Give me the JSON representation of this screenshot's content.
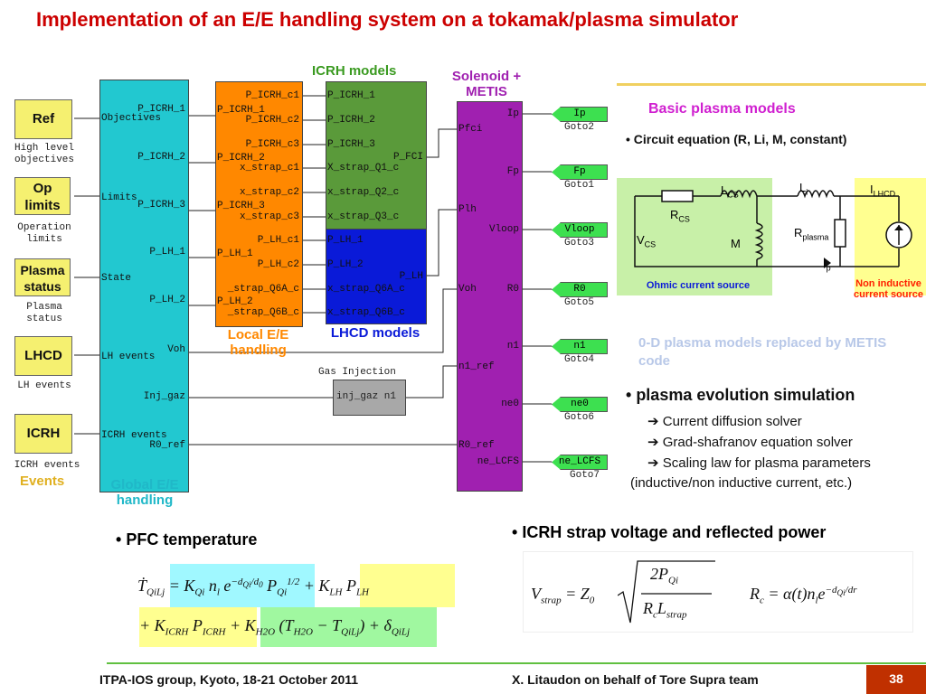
{
  "title": "Implementation of an E/E handling system on a tokamak/plasma simulator",
  "inputs": [
    {
      "label": "Ref",
      "caption1": "High level",
      "caption2": "objectives"
    },
    {
      "label": "Op limits",
      "caption1": "Operation",
      "caption2": "limits"
    },
    {
      "label": "Plasma status",
      "caption1": "Plasma",
      "caption2": "status"
    },
    {
      "label": "LHCD",
      "caption1": "LH events",
      "caption2": ""
    },
    {
      "label": "ICRH",
      "caption1": "ICRH events",
      "caption2": ""
    }
  ],
  "events_label": "Events",
  "global_block": {
    "label": "Global E/E handling",
    "in_ports": [
      "Objectives",
      "Limits",
      "State",
      "LH events",
      "ICRH events"
    ],
    "out_ports": [
      "P_ICRH_1",
      "P_ICRH_2",
      "P_ICRH_3",
      "P_LH_1",
      "P_LH_2",
      "Voh",
      "Inj_gaz",
      "R0_ref"
    ]
  },
  "local_block": {
    "label": "Local E/E handling",
    "in_ports": [
      "P_ICRH_1",
      "P_ICRH_2",
      "P_ICRH_3",
      "P_LH_1",
      "P_LH_2"
    ],
    "out_ports": [
      "P_ICRH_c1",
      "P_ICRH_c2",
      "P_ICRH_c3",
      "x_strap_c1",
      "x_strap_c2",
      "x_strap_c3",
      "P_LH_c1",
      "P_LH_c2",
      "_strap_Q6A_c",
      "_strap_Q6B_c"
    ]
  },
  "icrh_block": {
    "label": "ICRH models",
    "in_ports": [
      "P_ICRH_1",
      "P_ICRH_2",
      "P_ICRH_3",
      "X_strap_Q1_c",
      "x_strap_Q2_c",
      "x_strap_Q3_c"
    ],
    "out_port": "P_FCI"
  },
  "lhcd_block": {
    "label": "LHCD models",
    "in_ports": [
      "P_LH_1",
      "P_LH_2",
      "x_strap_Q6A_c",
      "x_strap_Q6B_c"
    ],
    "out_port": "P_LH"
  },
  "gas_block": {
    "title": "Gas Injection",
    "port": "inj_gaz n1"
  },
  "metis_block": {
    "label": "Solenoid + METIS",
    "in_ports": [
      "Pfci",
      "Plh",
      "Voh",
      "n1_ref",
      "R0_ref"
    ],
    "out_ports": [
      "Ip",
      "Fp",
      "Vloop",
      "R0",
      "n1",
      "ne0",
      "ne_LCFS"
    ]
  },
  "gotos": [
    {
      "tag": "Ip",
      "name": "Goto2"
    },
    {
      "tag": "Fp",
      "name": "Goto1"
    },
    {
      "tag": "Vloop",
      "name": "Goto3"
    },
    {
      "tag": "R0",
      "name": "Goto5"
    },
    {
      "tag": "n1",
      "name": "Goto4"
    },
    {
      "tag": "ne0",
      "name": "Goto6"
    },
    {
      "tag": "ne_LCFS",
      "name": "Goto7"
    }
  ],
  "right_panel": {
    "basic_title": "Basic plasma models",
    "circuit_bullet": "Circuit equation (R, Li, M, constant)",
    "circuit": {
      "LCS": "L",
      "LCS_sub": "CS",
      "Li": "L",
      "Li_sub": "i",
      "ILHCD": "I",
      "ILHCD_sub": "LHCD",
      "RCS": "R",
      "RCS_sub": "CS",
      "VCS": "V",
      "VCS_sub": "CS",
      "M": "M",
      "Rplasma": "R",
      "Rplasma_sub": "plasma",
      "Ip": "I",
      "Ip_sub": "p",
      "ohmic": "Ohmic current source",
      "noninductive": "Non inductive current source"
    },
    "metis_note": "0-D plasma models replaced by METIS code",
    "evolution_title": "plasma evolution simulation",
    "evolution_items": [
      "Current diffusion solver",
      "Grad-shafranov equation solver",
      "Scaling law for plasma parameters"
    ],
    "evolution_tail": "(inductive/non inductive current, etc.)"
  },
  "pfc_title": "PFC temperature",
  "icrh_strap_title": "ICRH strap voltage and reflected power",
  "footer": {
    "left": "ITPA-IOS group, Kyoto, 18-21 October 2011",
    "right": "X. Litaudon on behalf of Tore Supra team",
    "page": "38"
  },
  "colors": {
    "title": "#cc0000",
    "global": "#22c8d0",
    "local": "#ff8800",
    "icrh": "#5a9a3a",
    "lhcd": "#0a1ad8",
    "metis": "#a020b0",
    "goto": "#3de050",
    "input": "#f5f070",
    "page_badge": "#c03000"
  }
}
